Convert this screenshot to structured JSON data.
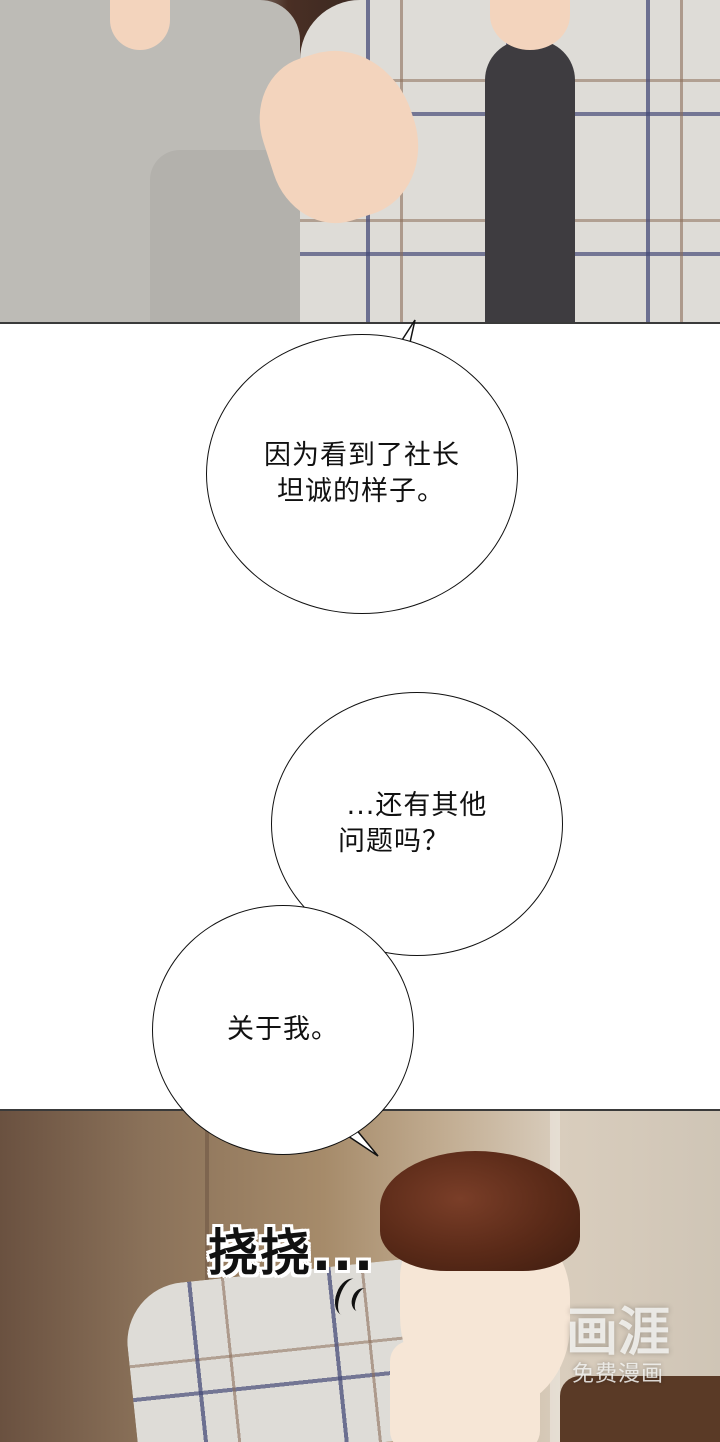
{
  "comic": {
    "panels": [
      {
        "id": "panel-1",
        "description": "Close-up of two people clasping hands; one in grey hoodie, one in plaid jacket over dark t-shirt",
        "colors": {
          "hoodie": "#bdbbb6",
          "plaid_base": "#dedcd7",
          "background": "#3d2a22",
          "skin": "#f3d4bd",
          "tshirt": "#3e3c40"
        }
      },
      {
        "id": "panel-2",
        "description": "Brown-haired man in plaid shirt scratching the back of his neck, looking down",
        "colors": {
          "hair": "#5a2a18",
          "wall": "#a68b6a",
          "skin": "#f6e6d6"
        }
      }
    ],
    "bubbles": [
      {
        "id": "bubble-1",
        "lines": [
          "因为看到了社长",
          "坦诚的样子。"
        ]
      },
      {
        "id": "bubble-2",
        "lines": [
          "...还有其他",
          "问题吗？"
        ]
      },
      {
        "id": "bubble-3",
        "lines": [
          "关于我。"
        ]
      }
    ],
    "sfx": {
      "text": "挠挠..."
    },
    "watermark": {
      "title": "画涯",
      "subtitle": "免费漫画"
    }
  }
}
